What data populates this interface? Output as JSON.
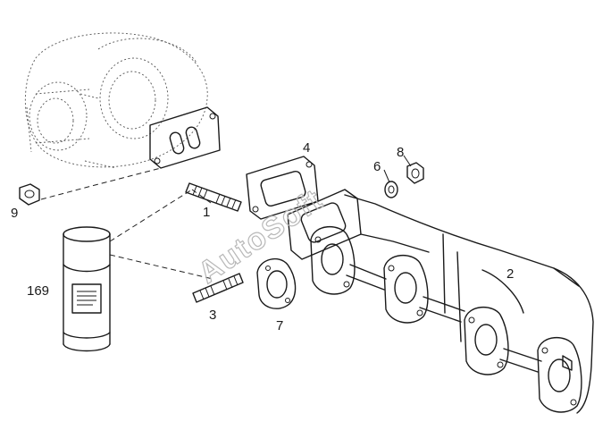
{
  "watermark": "AutoSoft",
  "callouts": [
    {
      "id": "1",
      "text": "1"
    },
    {
      "id": "2",
      "text": "2"
    },
    {
      "id": "3",
      "text": "3"
    },
    {
      "id": "4",
      "text": "4"
    },
    {
      "id": "6",
      "text": "6"
    },
    {
      "id": "7",
      "text": "7"
    },
    {
      "id": "8",
      "text": "8"
    },
    {
      "id": "9",
      "text": "9"
    },
    {
      "id": "169",
      "text": "169"
    }
  ],
  "colors": {
    "line": "#1a1a1a",
    "watermark": "#b8b8b8",
    "background": "#ffffff"
  }
}
